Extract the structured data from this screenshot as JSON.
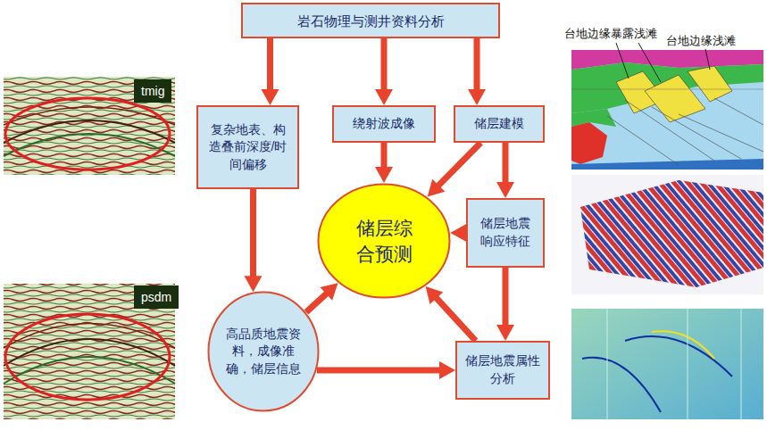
{
  "diagram": {
    "nodes": [
      {
        "text": [
          "岩石物理与测井资料分析"
        ]
      },
      {
        "text": [
          "复杂地表、构造叠前深度/时间偏移"
        ]
      },
      {
        "text": [
          "绕射波成像"
        ]
      },
      {
        "text": [
          "储层建模"
        ]
      },
      {
        "text": [
          "储层综合预测"
        ]
      },
      {
        "text": [
          "储层地震响应特征"
        ]
      },
      {
        "text": [
          "高品质地震资料，成像准确，储层信息"
        ]
      },
      {
        "text": [
          "储层地震属性分析"
        ]
      }
    ],
    "edges": [
      {
        "from": 0,
        "to": 1,
        "arrow": "to"
      },
      {
        "from": 0,
        "to": 2,
        "arrow": "to"
      },
      {
        "from": 0,
        "to": 3,
        "arrow": "to"
      },
      {
        "from": 1,
        "to": 6,
        "arrow": "to"
      },
      {
        "from": 2,
        "to": 4,
        "arrow": "to"
      },
      {
        "from": 3,
        "to": 4,
        "arrow": "to"
      },
      {
        "from": 3,
        "to": 5,
        "arrow": "to"
      },
      {
        "from": 5,
        "to": 4,
        "arrow": "to"
      },
      {
        "from": 5,
        "to": 7,
        "arrow": "to"
      },
      {
        "from": 7,
        "to": 4,
        "arrow": "to"
      },
      {
        "from": 6,
        "to": 4,
        "arrow": "to"
      },
      {
        "from": 6,
        "to": 7,
        "arrow": "to"
      }
    ],
    "labels": [
      "台地边缘暴露浅滩",
      "台地边缘浅滩",
      "tmig",
      "psdm"
    ]
  }
}
